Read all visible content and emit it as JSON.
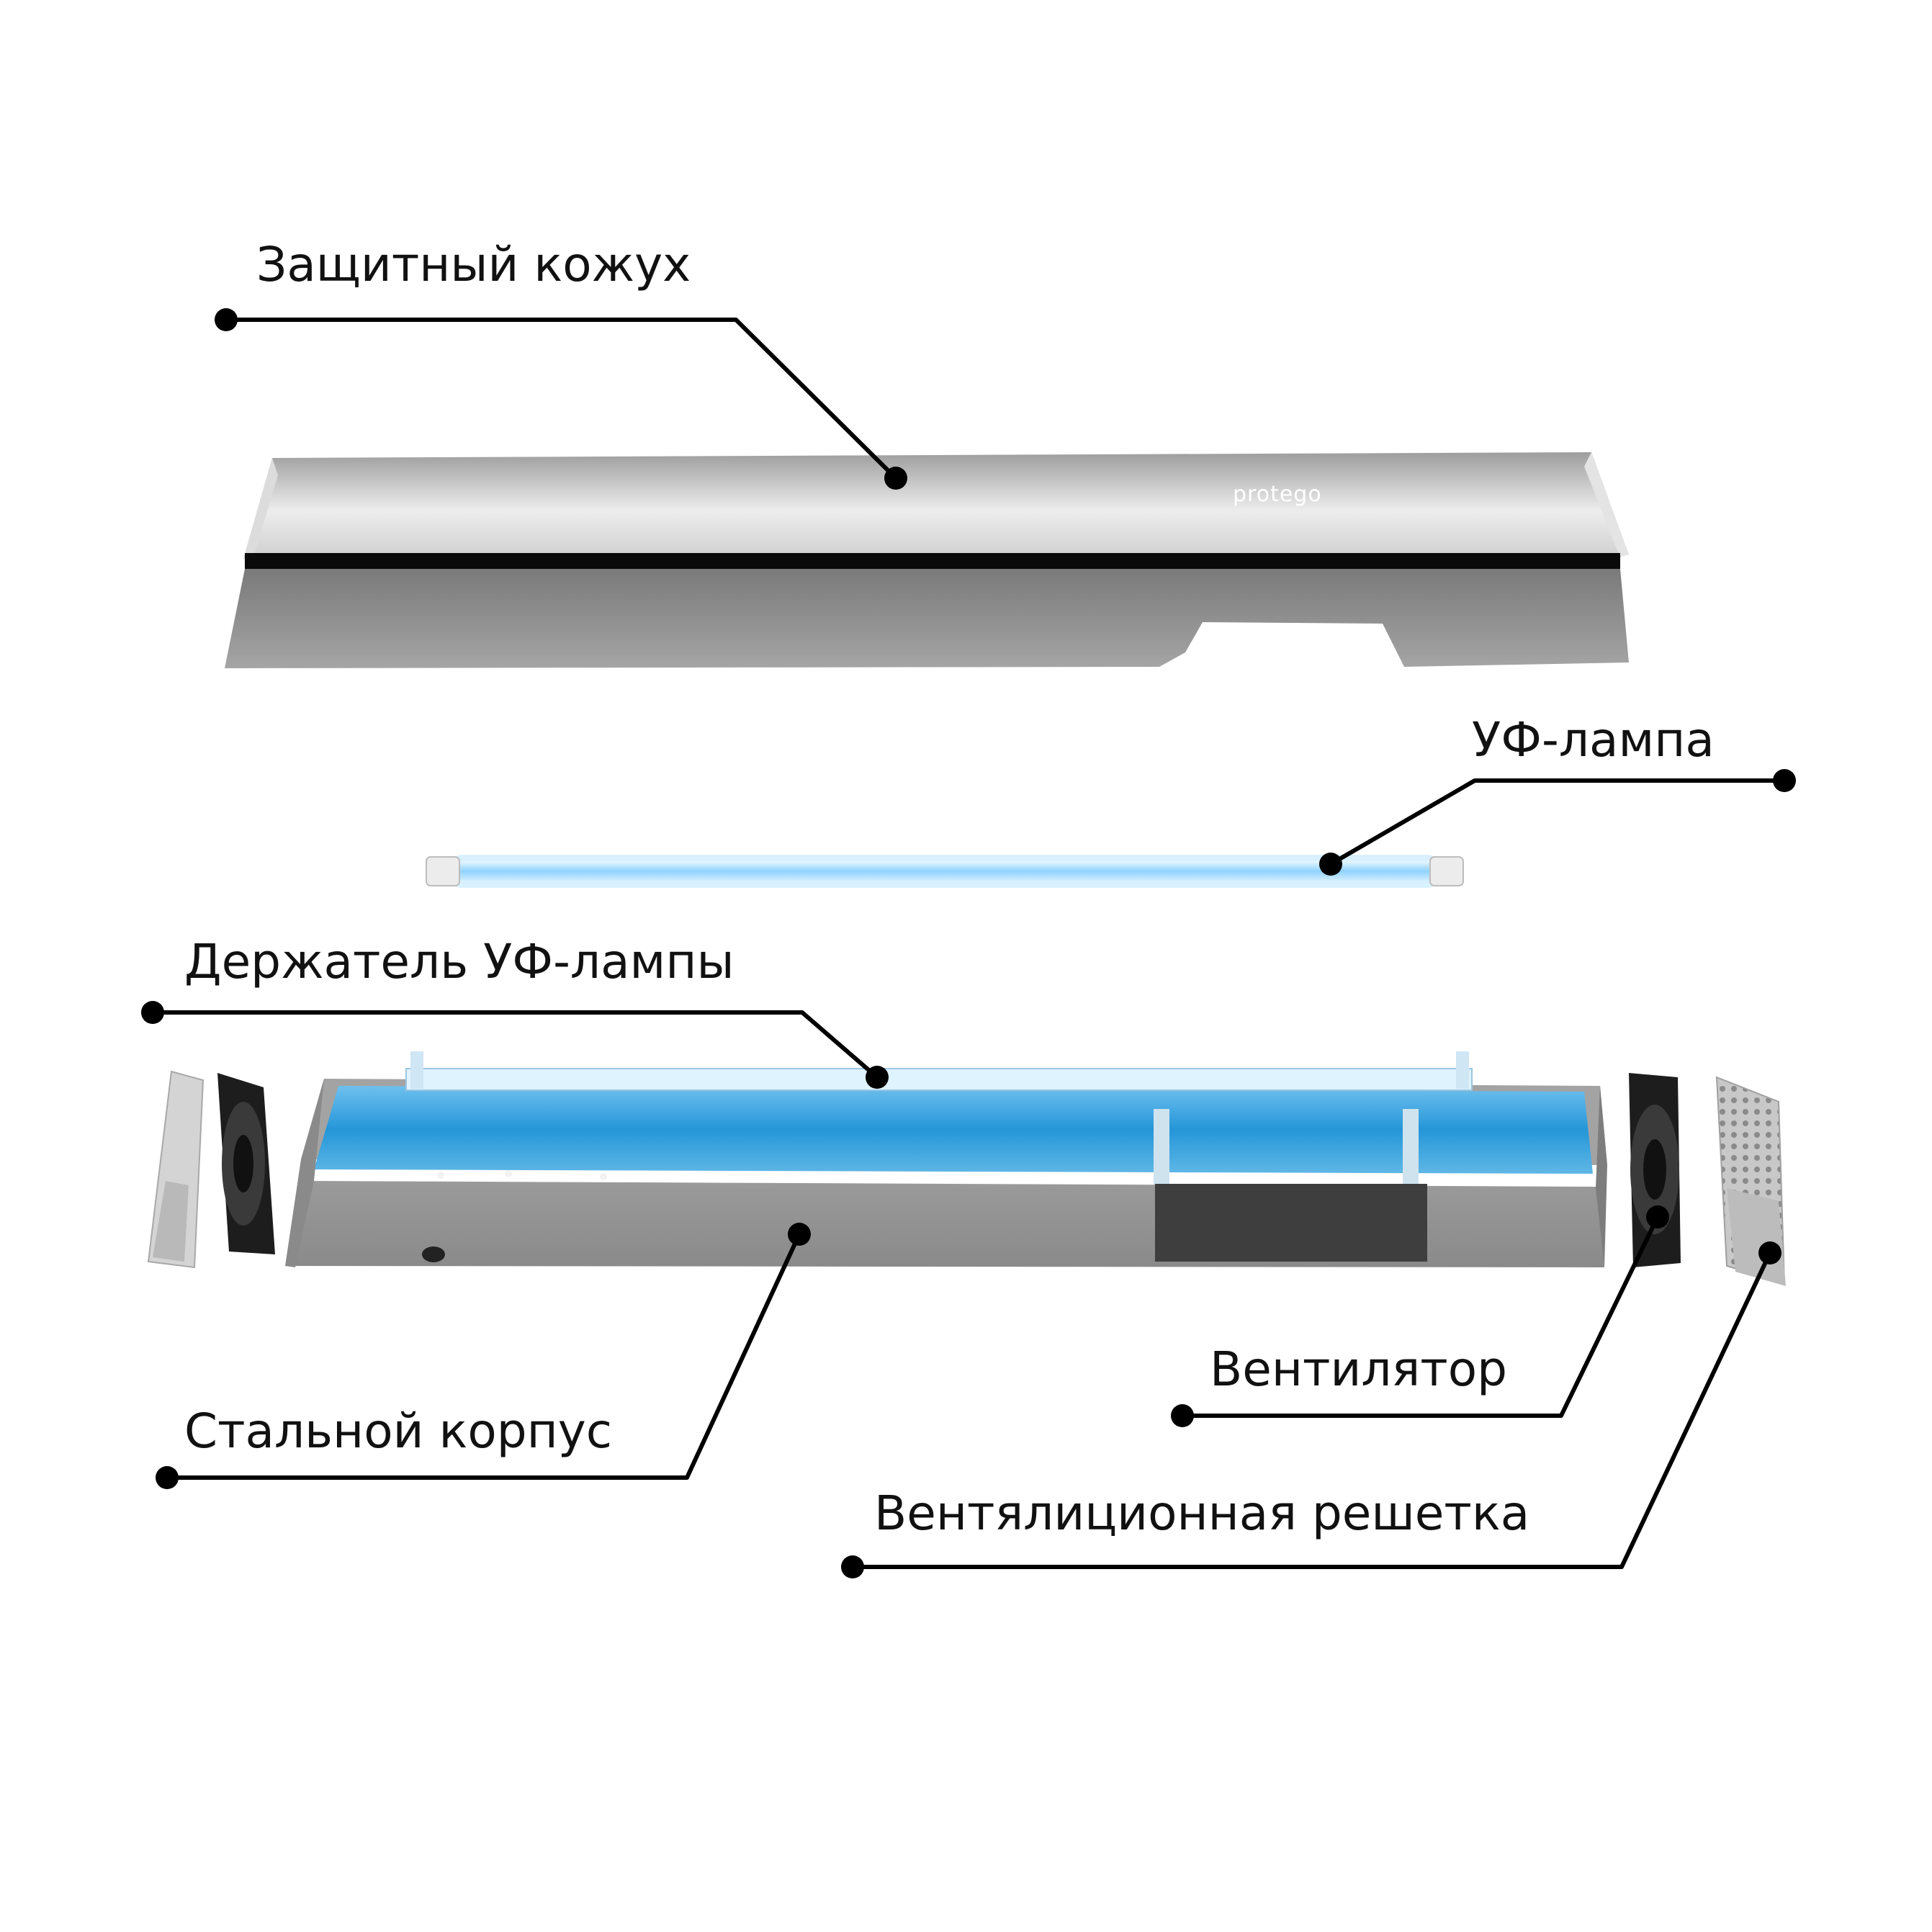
{
  "brand": "protego",
  "labels": {
    "cover": "Защитный кожух",
    "uv_lamp": "УФ-лампа",
    "lamp_holder": "Держатель УФ-лампы",
    "steel_body": "Стальной корпус",
    "fan": "Вентилятор",
    "grille": "Вентялиционная решетка"
  },
  "colors": {
    "leader": "#000000",
    "label_text": "#111111",
    "uv_glow": "#6fc6ff",
    "housing_inner": "#2a8fd0",
    "metal": "#8c8c8c"
  }
}
